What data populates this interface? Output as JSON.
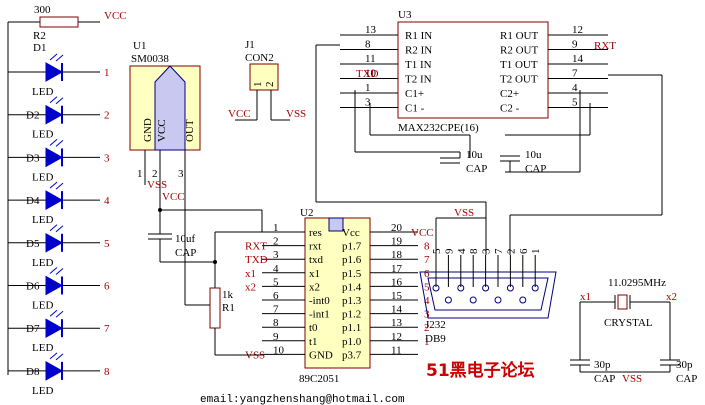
{
  "colors": {
    "wire": "#000000",
    "component": "#800000",
    "label_red": "#aa0000",
    "led_blue": "#0000cc",
    "ir_fill": "#c8c8f0",
    "ic_yellow": "#ffffc0",
    "watermark_red": "#cc0000"
  },
  "resistor_r2": {
    "value": "300",
    "ref": "R2"
  },
  "vcc_top": "VCC",
  "leds": [
    {
      "ref": "D1",
      "name": "LED",
      "pin": "1"
    },
    {
      "ref": "D2",
      "name": "LED",
      "pin": "2"
    },
    {
      "ref": "D3",
      "name": "LED",
      "pin": "3"
    },
    {
      "ref": "D4",
      "name": "LED",
      "pin": "4"
    },
    {
      "ref": "D5",
      "name": "LED",
      "pin": "5"
    },
    {
      "ref": "D6",
      "name": "LED",
      "pin": "6"
    },
    {
      "ref": "D7",
      "name": "LED",
      "pin": "7"
    },
    {
      "ref": "D8",
      "name": "LED",
      "pin": "8"
    }
  ],
  "u1": {
    "ref": "U1",
    "part": "SM0038",
    "pins": [
      "GND",
      "VCC",
      "OUT"
    ],
    "pin_numbers": [
      "1",
      "2",
      "3"
    ],
    "vss": "VSS",
    "vcc": "VCC"
  },
  "j1": {
    "ref": "J1",
    "part": "CON2",
    "pins": [
      "1",
      "2"
    ],
    "vcc": "VCC",
    "vss": "VSS"
  },
  "u3": {
    "ref": "U3",
    "part": "MAX232CPE(16)",
    "left_pins": [
      {
        "num": "13",
        "name": "R1 IN"
      },
      {
        "num": "8",
        "name": "R2 IN"
      },
      {
        "num": "11",
        "name": "T1 IN"
      },
      {
        "num": "10",
        "name": "T2 IN"
      },
      {
        "num": "1",
        "name": "C1+"
      },
      {
        "num": "3",
        "name": "C1 -"
      }
    ],
    "right_pins": [
      {
        "num": "12",
        "name": "R1 OUT"
      },
      {
        "num": "9",
        "name": "R2 OUT"
      },
      {
        "num": "14",
        "name": "T1 OUT"
      },
      {
        "num": "7",
        "name": "T2 OUT"
      },
      {
        "num": "4",
        "name": "C2+"
      },
      {
        "num": "5",
        "name": "C2 -"
      }
    ],
    "rxt_label": "RXT",
    "txd_label": "TXD"
  },
  "caps_u3": [
    {
      "value": "10u",
      "name": "CAP"
    },
    {
      "value": "10u",
      "name": "CAP"
    }
  ],
  "c_reset": {
    "value": "10uf",
    "name": "CAP",
    "vcc": "VCC"
  },
  "r1": {
    "value": "1k",
    "ref": "R1"
  },
  "u2": {
    "ref": "U2",
    "part": "89C2051",
    "left_pins": [
      {
        "num": "1",
        "name": "res",
        "net": ""
      },
      {
        "num": "2",
        "name": "rxt",
        "net": "RXT"
      },
      {
        "num": "3",
        "name": "txd",
        "net": "TXD"
      },
      {
        "num": "4",
        "name": "x1",
        "net": "x1"
      },
      {
        "num": "5",
        "name": "x2",
        "net": "x2"
      },
      {
        "num": "6",
        "name": "-int0",
        "net": ""
      },
      {
        "num": "7",
        "name": "-int1",
        "net": ""
      },
      {
        "num": "8",
        "name": "t0",
        "net": ""
      },
      {
        "num": "9",
        "name": "t1",
        "net": ""
      },
      {
        "num": "10",
        "name": "GND",
        "net": "VSS"
      }
    ],
    "right_pins": [
      {
        "num": "20",
        "name": "Vcc",
        "net": "VCC"
      },
      {
        "num": "19",
        "name": "p1.7",
        "net": "8"
      },
      {
        "num": "18",
        "name": "p1.6",
        "net": "7"
      },
      {
        "num": "17",
        "name": "p1.5",
        "net": "6"
      },
      {
        "num": "16",
        "name": "p1.4",
        "net": "5"
      },
      {
        "num": "15",
        "name": "p1.3",
        "net": "4"
      },
      {
        "num": "14",
        "name": "p1.2",
        "net": "3"
      },
      {
        "num": "13",
        "name": "p1.1",
        "net": "2"
      },
      {
        "num": "12",
        "name": "p1.0",
        "net": "1"
      },
      {
        "num": "11",
        "name": "p3.7",
        "net": ""
      }
    ]
  },
  "db9": {
    "ref": "J232",
    "part": "DB9",
    "vss": "VSS",
    "top_pins": [
      "5",
      "9",
      "4",
      "8",
      "3",
      "7",
      "2",
      "6",
      "1"
    ]
  },
  "crystal": {
    "freq": "11.0295MHz",
    "name": "CRYSTAL",
    "x1": "x1",
    "x2": "x2",
    "caps": [
      {
        "value": "30p",
        "name": "CAP"
      },
      {
        "value": "30p",
        "name": "CAP"
      }
    ],
    "vss": "VSS"
  },
  "watermark": "51黑电子论坛",
  "email": "email:yangzhenshang@hotmail.com"
}
